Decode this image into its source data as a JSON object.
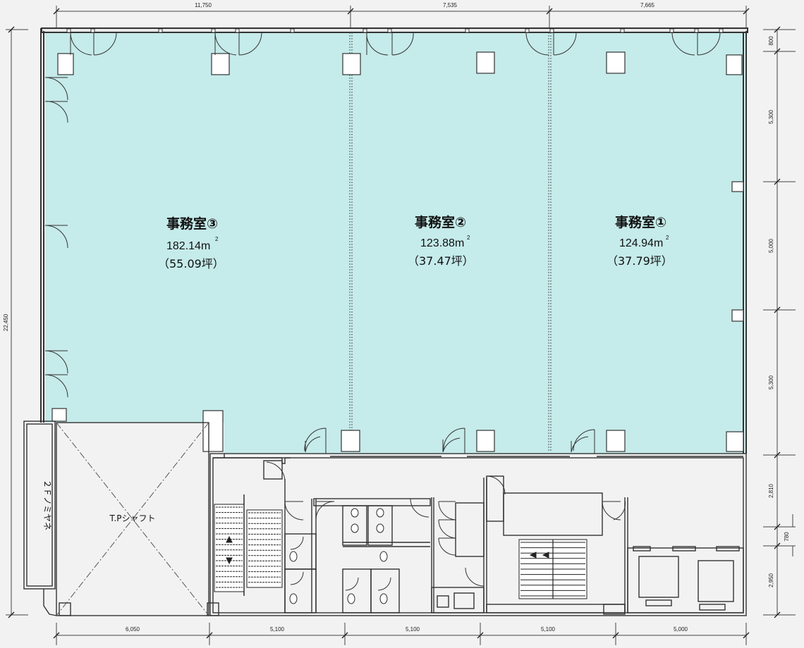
{
  "dimensions": {
    "top": [
      "11,750",
      "7,535",
      "7,665"
    ],
    "bottom": [
      "6,050",
      "5,100",
      "5,100",
      "5,100",
      "5,000"
    ],
    "left_total": "22,450",
    "right": [
      "800",
      "5,300",
      "5,000",
      "5,300",
      "2,810",
      "780",
      "2,950"
    ]
  },
  "rooms": [
    {
      "name": "事務室③",
      "area": "182.14m",
      "area_sup": "2",
      "tsubo": "（55.09坪）"
    },
    {
      "name": "事務室②",
      "area": "123.88m",
      "area_sup": "2",
      "tsubo": "（37.47坪）"
    },
    {
      "name": "事務室①",
      "area": "124.94m",
      "area_sup": "2",
      "tsubo": "（37.79坪）"
    }
  ],
  "labels": {
    "shaft": "T.Pシャフト",
    "roof": "２Ｆノミヤネ"
  },
  "colors": {
    "office_fill": "#c5ebea",
    "wall": "#333333",
    "background": "#f2f2f2"
  }
}
